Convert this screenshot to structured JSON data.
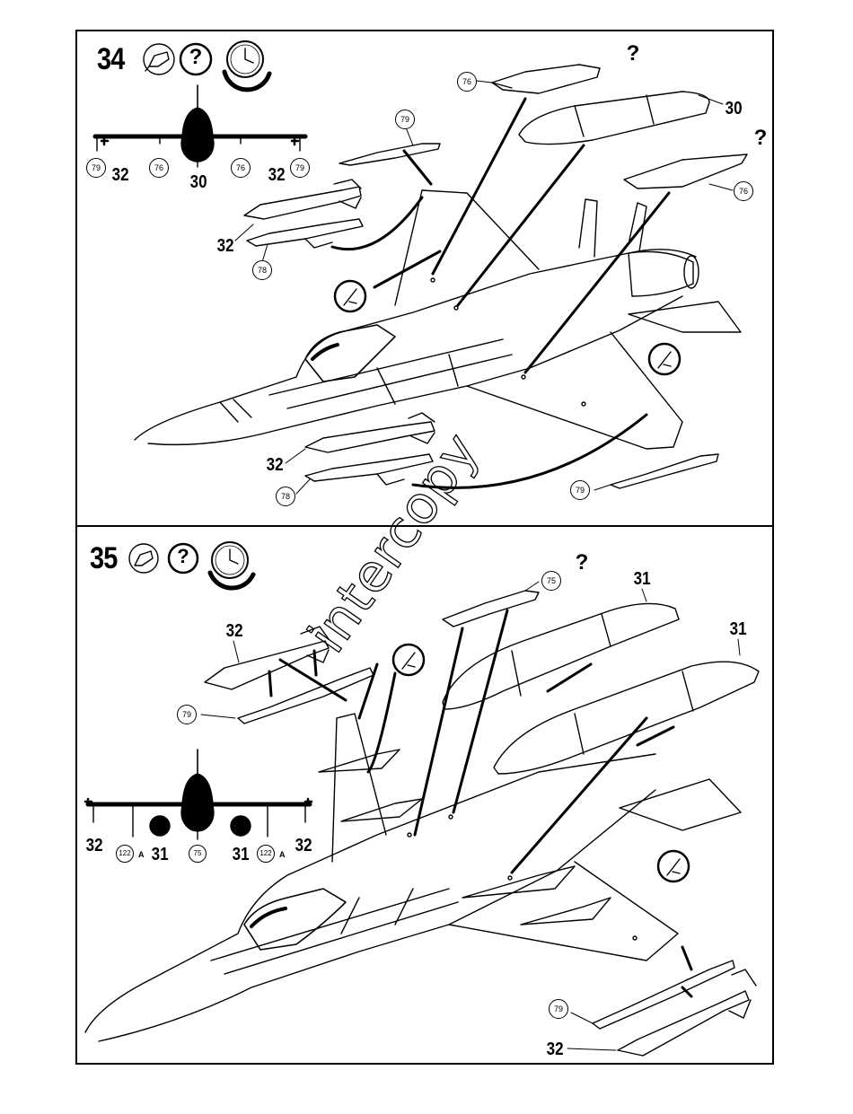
{
  "steps": [
    {
      "number": "34",
      "parts": {
        "top_view_left_pylon": "32",
        "top_view_right_pylon": "32",
        "top_view_center": "30",
        "missile_left": "32",
        "tank_right": "30",
        "missile_lower": "32"
      },
      "callouts": {
        "top_view_left_tip": "79",
        "top_view_left_inner": "76",
        "top_view_right_inner": "76",
        "top_view_right_tip": "79",
        "launcher_top": "79",
        "launcher_left": "78",
        "pylon_top": "76",
        "pylon_right": "76",
        "launcher_lower": "78",
        "rail_right": "79"
      }
    },
    {
      "number": "35",
      "parts": {
        "missile_left": "32",
        "tank_front": "31",
        "tank_rear": "31",
        "top_view_left_tip": "32",
        "top_view_right_tip": "32",
        "top_view_left_tank": "31",
        "top_view_right_tank": "31",
        "missile_bottom": "32"
      },
      "callouts": {
        "rail_left": "79",
        "center_pylon": "75",
        "top_view_left_rail": "122",
        "top_view_center": "75",
        "top_view_right_rail": "122",
        "rail_bottom": "79"
      },
      "suffix_left": "A",
      "suffix_right": "A"
    }
  ],
  "help_symbol": "?",
  "watermark": "intercopy",
  "icons": [
    "glue-tube-icon",
    "question-mark-icon",
    "clock-icon"
  ]
}
